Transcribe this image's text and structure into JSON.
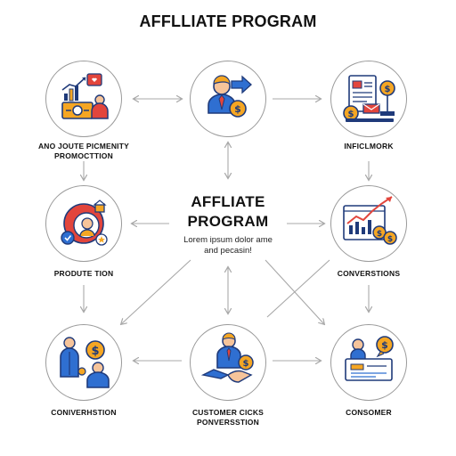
{
  "header": {
    "title": "AFFLLIATE PROGRAM"
  },
  "center": {
    "title_line1": "AFFLIATE",
    "title_line2": "PROGRAM",
    "text_line1": "Lorem ipsum dolor ame",
    "text_line2": "and pecasin!"
  },
  "nodes": [
    {
      "id": "top-left",
      "label_line1": "ANO JOUTE PICMENITY",
      "label_line2": "PROMOCTTION",
      "icon": "analytics-presenter-icon"
    },
    {
      "id": "top-center",
      "label_line1": "",
      "label_line2": "",
      "icon": "affiliate-person-coin-icon"
    },
    {
      "id": "top-right",
      "label_line1": "INFICLMORK",
      "label_line2": "",
      "icon": "laptop-document-coin-icon"
    },
    {
      "id": "mid-left",
      "label_line1": "PRODUTE TION",
      "label_line2": "",
      "icon": "audience-target-icon"
    },
    {
      "id": "mid-right",
      "label_line1": "CONVERSTIONS",
      "label_line2": "",
      "icon": "growth-chart-coins-icon"
    },
    {
      "id": "bottom-left",
      "label_line1": "CONIVERHSTION",
      "label_line2": "",
      "icon": "people-coin-icon"
    },
    {
      "id": "bottom-center",
      "label_line1": "CUSTOMER CICKS",
      "label_line2": "PONVERSSTION",
      "icon": "handshake-coin-icon"
    },
    {
      "id": "bottom-right",
      "label_line1": "CONSOMER",
      "label_line2": "",
      "icon": "customer-message-coin-icon"
    }
  ],
  "colors": {
    "navy": "#1f3a7a",
    "orange": "#f5a623",
    "red": "#e2453c",
    "blue": "#2f6fd1",
    "skin": "#f6c49a",
    "connector": "#a8a8a8",
    "circle_border": "#9a9a9a"
  }
}
